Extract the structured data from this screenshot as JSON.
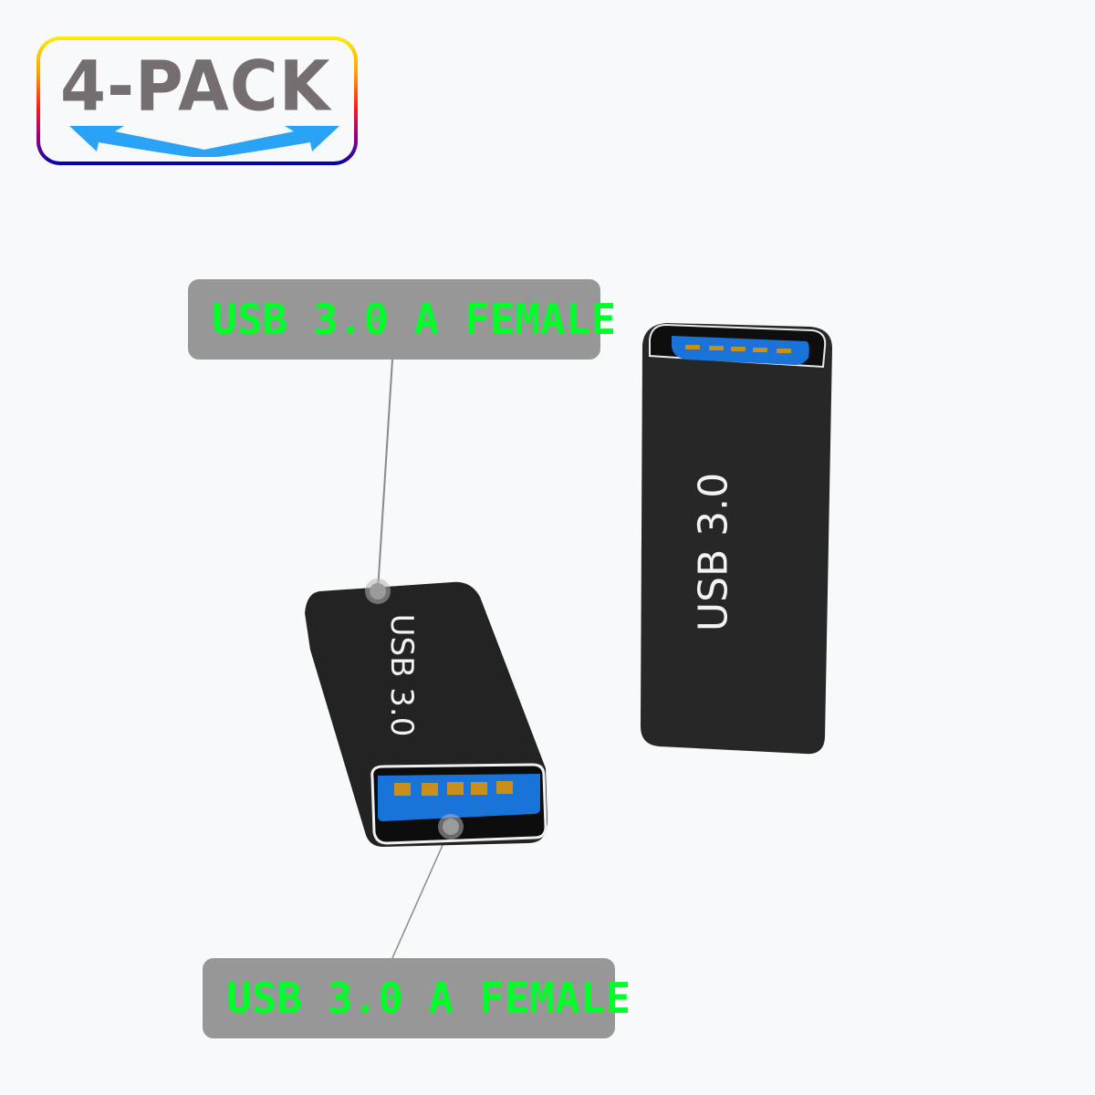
{
  "badge": {
    "text": "4-PACK",
    "text_color": "#746e70",
    "arrow_color": "#2aa2f5",
    "border_gradient": [
      "#ffee00",
      "#ff9a00",
      "#ff1a1a",
      "#8a008a",
      "#0000aa"
    ]
  },
  "labels": {
    "top": "USB 3.0 A FEMALE",
    "bottom": "USB 3.0 A FEMALE",
    "background": "#979797",
    "text_color": "#00ff2a"
  },
  "connectors": {
    "left": {
      "text": "USB 3.0",
      "body_color": "#222222",
      "tongue_color": "#1a73d9",
      "pin_color": "#c7901c",
      "pin_count": 5
    },
    "right": {
      "text": "USB 3.0",
      "body_color": "#262626",
      "tongue_color": "#1a73d9",
      "pin_color": "#c7901c",
      "pin_count": 5
    }
  }
}
